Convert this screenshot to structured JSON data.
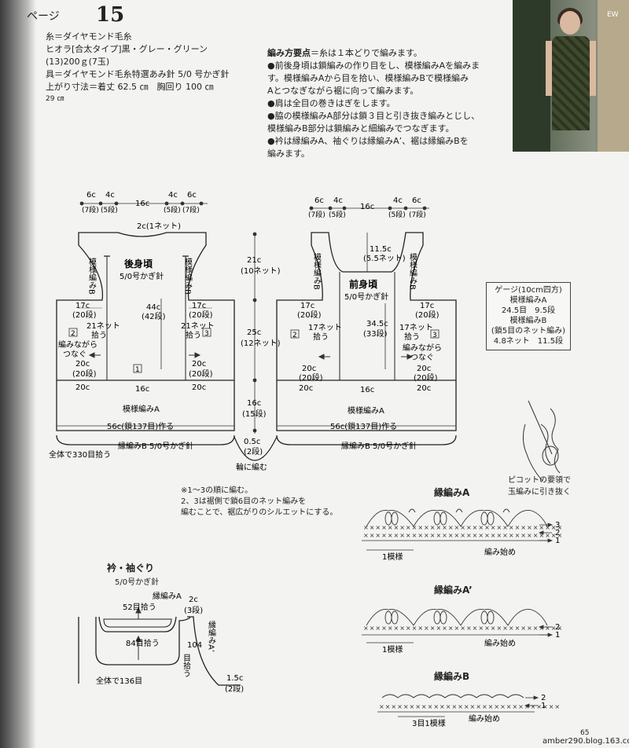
{
  "header": {
    "page_label": "ページ",
    "page_number": "15"
  },
  "materials": [
    "糸＝ダイヤモンド毛糸",
    "ヒオラ[合太タイプ]黒・グレー・グリーン",
    "(13)200ｇ(7玉)",
    "具＝ダイヤモンド毛糸特選あみ針 5/0 号かぎ針",
    "上がり寸法＝着丈 62.5 ㎝　胸回り 100 ㎝",
    "29 ㎝"
  ],
  "howto": {
    "title": "編み方要点",
    "intro": "＝糸は１本どりで編みます。",
    "lines": [
      "●前後身頃は鎖編みの作り目をし、模様編みAを編みま",
      "す。模様編みAから目を拾い、模様編みBで模様編み",
      "Aとつなぎながら裾に向って編みます。",
      "●肩は全目の巻きはぎをします。",
      "●脇の模様編みA部分は鎖３目と引き抜き編みとじし、",
      "模様編みB部分は鎖編みと細編みでつなぎます。",
      "●衿は縁編みA、袖ぐりは縁編みA’、裾は縁編みBを",
      "編みます。"
    ]
  },
  "photo": {
    "sign": "EW"
  },
  "back": {
    "title": "後身頃",
    "needle": "5/0号かぎ針",
    "top_6c_l": "6c",
    "top_4c_l": "4c",
    "top_16c": "16c",
    "top_4c_r": "4c",
    "top_6c_r": "6c",
    "rows_7_l": "(7段)",
    "rows_5_l": "(5段)",
    "rows_5_r": "(5段)",
    "rows_7_r": "(7段)",
    "neck": "2c(1ネット)",
    "patB_l": "模様編みB",
    "patB_r": "模様編みB",
    "c44": "44c",
    "r42": "(42段)",
    "c17_l": "17c",
    "r20_l": "(20段)",
    "c17_r": "17c",
    "r20_r": "(20段)",
    "pick21_l1": "21ネット",
    "pick21_l2": "拾う",
    "pick21_r1": "21ネット",
    "pick21_r2": "拾う",
    "n2": "2",
    "n3": "3",
    "n1": "1",
    "join1": "編みながら",
    "join2": "つなぐ",
    "c20_l": "20c",
    "r20b_l": "(20段)",
    "c20_r": "20c",
    "r20b_r": "(20段)",
    "c20_bl": "20c",
    "c16_b": "16c",
    "c20_br": "20c",
    "patA": "模様編みA",
    "chain": "56c(鎖137目)作る",
    "edgeB": "縁編みB 5/0号かぎ針",
    "total": "全体で330目拾う"
  },
  "center": {
    "c21": "21c",
    "n10": "(10ネット)",
    "c25": "25c",
    "n12": "(12ネット)",
    "c16": "16c",
    "r15": "(15段)",
    "c05": "0.5c",
    "r2": "(2段)",
    "ring": "輪に編む"
  },
  "front": {
    "title": "前身頃",
    "needle": "5/0号かぎ針",
    "top_6c_l": "6c",
    "top_4c_l": "4c",
    "top_16c": "16c",
    "top_4c_r": "4c",
    "top_6c_r": "6c",
    "rows_7_l": "(7段)",
    "rows_5_l": "(5段)",
    "rows_5_r": "(5段)",
    "rows_7_r": "(7段)",
    "c115": "11.5c",
    "n55": "(5.5ネット)",
    "patB_l": "模様編みB",
    "patB_r": "模様編みB",
    "c345": "34.5c",
    "r33": "(33段)",
    "c17_l": "17c",
    "r20_l": "(20段)",
    "c17_r": "17c",
    "r20_r": "(20段)",
    "pick17_l1": "17ネット",
    "pick17_l2": "拾う",
    "pick17_r1": "17ネット",
    "pick17_r2": "拾う",
    "n2": "2",
    "n3": "3",
    "join1": "編みながら",
    "join2": "つなぐ",
    "c20_l": "20c",
    "r20b_l": "(20段)",
    "c20_r": "20c",
    "r20b_r": "(20段)",
    "c20_bl": "20c",
    "c16_b": "16c",
    "c20_br": "20c",
    "patA": "模様編みA",
    "chain": "56c(鎖137目)作る",
    "edgeB": "縁編みB 5/0号かぎ針"
  },
  "gauge": {
    "lines": [
      "ゲージ(10cm四方)",
      "模様編みA",
      "24.5目　9.5段",
      "模様編みB",
      "(鎖5目のネット編み)",
      "4.8ネット　11.5段"
    ]
  },
  "note": {
    "lines": [
      "※1～3の順に編む。",
      "2、3は裾側で鎖6目のネット編みを",
      "編むことで、裾広がりのシルエットにする。"
    ]
  },
  "collar": {
    "title": "衿・袖ぐり",
    "needle": "5/0号かぎ針",
    "edgeA": "縁編みA",
    "c2": "2c",
    "r3": "(3段)",
    "s52": "52目拾う",
    "edgeA2": "縁編みA’",
    "s84": "84目拾う",
    "s104a": "104",
    "s104b": "目拾う",
    "total": "全体で136目",
    "c15": "1.5c",
    "r2": "(2段)"
  },
  "edgings": {
    "a_title": "縁編みA",
    "a_note1": "ピコットの要領で",
    "a_note2": "玉編みに引き抜く",
    "a_repeat": "1模様",
    "a_start": "編み始め",
    "a_rows": [
      "3",
      "2",
      "1"
    ],
    "ap_title": "縁編みA’",
    "ap_repeat": "1模様",
    "ap_start": "編み始め",
    "ap_rows": [
      "2",
      "1"
    ],
    "b_title": "縁編みB",
    "b_repeat": "3目1模様",
    "b_start": "編み始め",
    "b_rows": [
      "2",
      "1"
    ]
  },
  "footer": {
    "page": "65",
    "blog": "amber290.blog.163.com"
  }
}
